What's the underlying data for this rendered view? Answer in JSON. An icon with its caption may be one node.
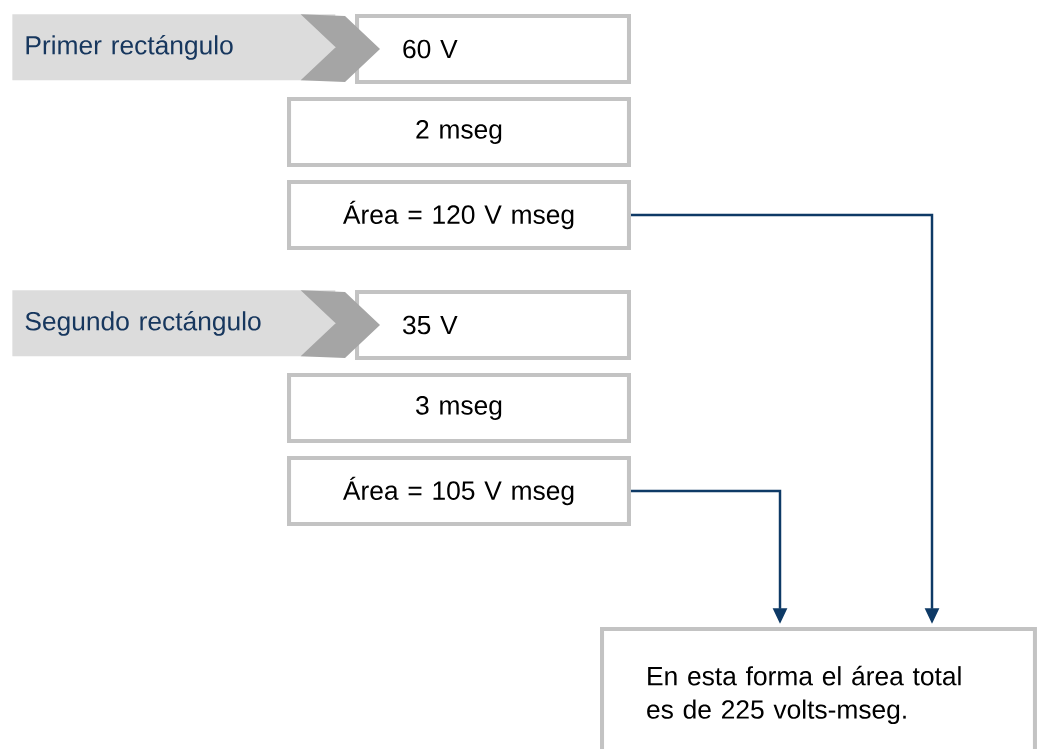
{
  "diagram": {
    "nodes": [
      {
        "text": [
          "Primer rectángulo"
        ]
      },
      {
        "text": [
          "60 V"
        ]
      },
      {
        "text": [
          "2 mseg"
        ]
      },
      {
        "text": [
          "Área = 120 V mseg"
        ]
      },
      {
        "text": [
          "Segundo rectángulo"
        ]
      },
      {
        "text": [
          "35 V"
        ]
      },
      {
        "text": [
          "3 mseg"
        ]
      },
      {
        "text": [
          "Área = 105 V mseg"
        ]
      },
      {
        "text": [
          "En esta forma el área total es de 225 volts-mseg."
        ]
      }
    ],
    "edges": [
      {
        "from": 0,
        "to": 1,
        "arrow": "to"
      },
      {
        "from": 4,
        "to": 5,
        "arrow": "to"
      },
      {
        "from": 3,
        "to": 8,
        "arrow": "to"
      },
      {
        "from": 7,
        "to": 8,
        "arrow": "to"
      }
    ]
  }
}
